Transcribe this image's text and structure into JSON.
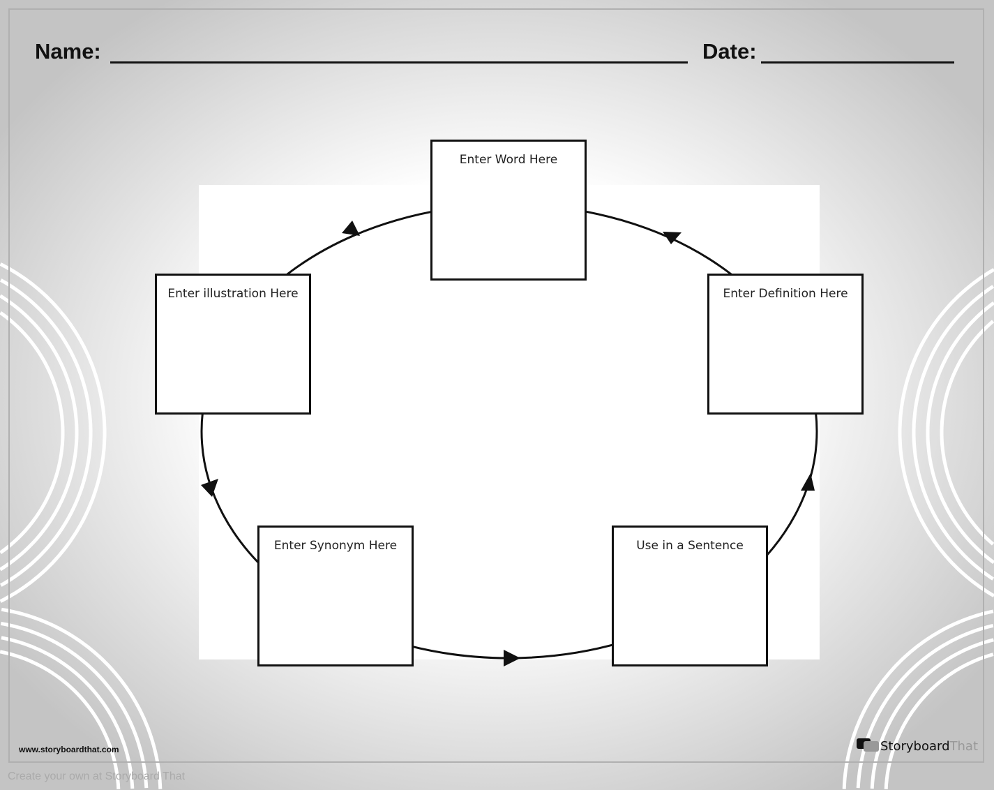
{
  "header": {
    "name_label": "Name:",
    "date_label": "Date:"
  },
  "boxes": {
    "word": "Enter Word Here",
    "definition": "Enter Definition Here",
    "sentence": "Use in a Sentence",
    "synonym": "Enter Synonym Here",
    "illustration": "Enter illustration Here"
  },
  "footer": {
    "url": "www.storyboardthat.com",
    "credit": "Create your own at Storyboard That",
    "logo_main": "Storyboard",
    "logo_accent": "That"
  }
}
